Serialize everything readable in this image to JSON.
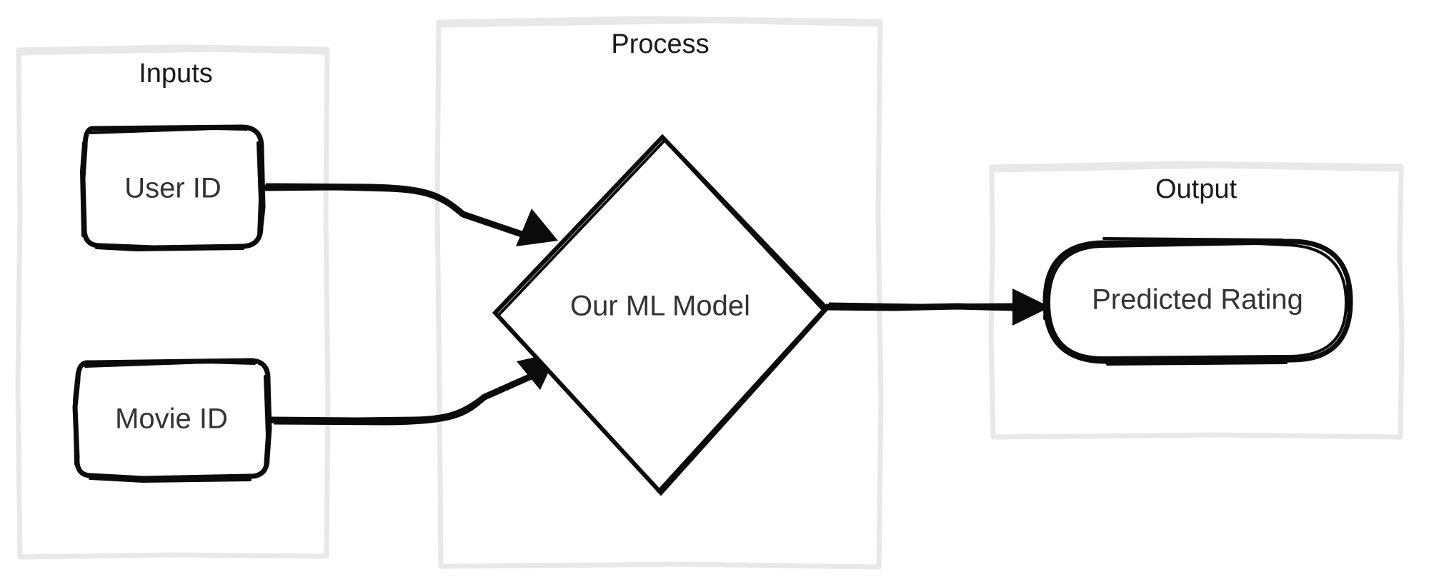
{
  "diagram": {
    "type": "flowchart",
    "background_color": "#ffffff",
    "style": "hand-drawn-sketch",
    "stroke_color": "#0b0b0b",
    "cluster_stroke_color": "#e8e8e8",
    "text_color": "#333333",
    "clusters": [
      {
        "id": "inputs",
        "label": "Inputs"
      },
      {
        "id": "process",
        "label": "Process"
      },
      {
        "id": "output",
        "label": "Output"
      }
    ],
    "nodes": [
      {
        "id": "user-id",
        "label": "User ID",
        "shape": "rounded-rect",
        "cluster": "inputs"
      },
      {
        "id": "movie-id",
        "label": "Movie ID",
        "shape": "rounded-rect",
        "cluster": "inputs"
      },
      {
        "id": "ml-model",
        "label": "Our ML Model",
        "shape": "diamond",
        "cluster": "process"
      },
      {
        "id": "predicted-rating",
        "label": "Predicted Rating",
        "shape": "stadium",
        "cluster": "output"
      }
    ],
    "edges": [
      {
        "from": "user-id",
        "to": "ml-model",
        "label": "",
        "arrow": "triangle"
      },
      {
        "from": "movie-id",
        "to": "ml-model",
        "label": "",
        "arrow": "triangle"
      },
      {
        "from": "ml-model",
        "to": "predicted-rating",
        "label": "",
        "arrow": "triangle"
      }
    ]
  }
}
